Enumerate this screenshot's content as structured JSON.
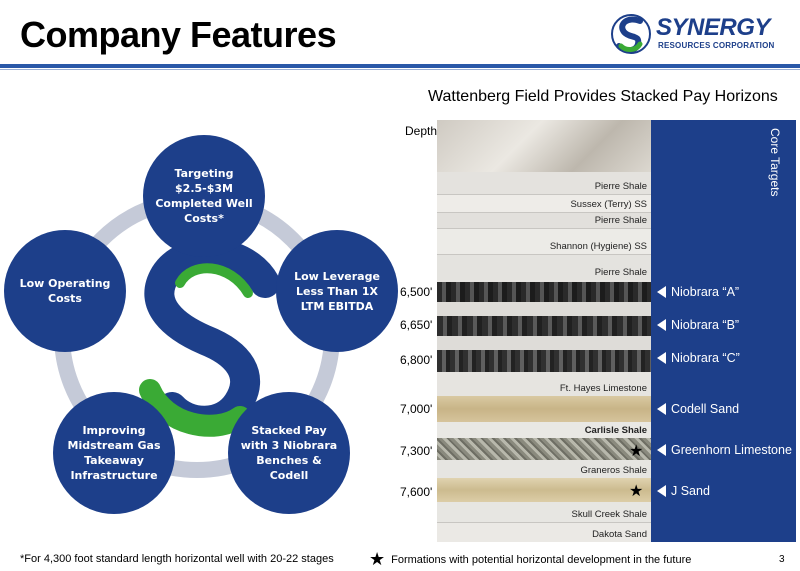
{
  "header": {
    "title": "Company Features"
  },
  "logo": {
    "name": "SYNERGY",
    "subtitle": "RESOURCES CORPORATION"
  },
  "features": [
    "Targeting $2.5-$3M Completed Well Costs*",
    "Low Leverage Less Than 1X LTM EBITDA",
    "Stacked Pay with 3 Niobrara Benches & Codell",
    "Improving Midstream Gas Takeaway Infrastructure",
    "Low Operating Costs"
  ],
  "strat": {
    "title": "Wattenberg Field Provides Stacked Pay Horizons",
    "depth_label": "Depth",
    "core_label": "Core Targets",
    "layers": [
      "Pierre Shale",
      "Sussex (Terry) SS",
      "Pierre Shale",
      "Shannon (Hygiene) SS",
      "Pierre Shale",
      "Ft. Hayes Limestone",
      "Carlisle Shale",
      "Graneros Shale",
      "Skull Creek Shale",
      "Dakota Sand"
    ],
    "depths": [
      "6,500'",
      "6,650'",
      "6,800'",
      "7,000'",
      "7,300'",
      "7,600'"
    ],
    "targets": [
      "Niobrara “A”",
      "Niobrara “B”",
      "Niobrara “C”",
      "Codell Sand",
      "Greenhorn Limestone",
      "J Sand"
    ]
  },
  "footer": {
    "footnote": "*For 4,300 foot standard length horizontal well with 20-22 stages",
    "legend": "Formations with potential horizontal development in the future",
    "page": "3"
  }
}
